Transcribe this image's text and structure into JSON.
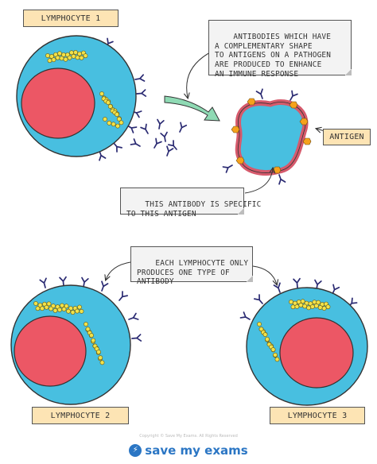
{
  "labels": {
    "lymphocyte_1": "LYMPHOCYTE 1",
    "lymphocyte_2": "LYMPHOCYTE 2",
    "lymphocyte_3": "LYMPHOCYTE 3",
    "antigen": "ANTIGEN"
  },
  "notes": {
    "antibodies_complementary": "ANTIBODIES WHICH HAVE\nA COMPLEMENTARY SHAPE\nTO ANTIGENS ON A PATHOGEN\nARE PRODUCED TO ENHANCE\nAN IMMUNE RESPONSE",
    "antibody_specific": "THIS ANTIBODY IS SPECIFIC\nTO THIS ANTIGEN",
    "one_type": "EACH LYMPHOCYTE ONLY\nPRODUCES ONE TYPE OF\nANTIBODY"
  },
  "footer": {
    "copyright": "Copyright © Save My Exams. All Rights Reserved",
    "brand": "save my exams",
    "brand_icon": "lightning-bolt-icon"
  },
  "colors": {
    "cytoplasm": "#48bfe0",
    "nucleus": "#ec5765",
    "ribosome": "#f2e24a",
    "antibody": "#2a2a72",
    "antigen": "#f6a21c",
    "pathogen_wall": "#d65a6c",
    "pathogen_fill": "#48bfe0",
    "arrow": "#8fdab4",
    "label_bg": "#fde4b4",
    "note_bg": "#f3f3f3"
  }
}
